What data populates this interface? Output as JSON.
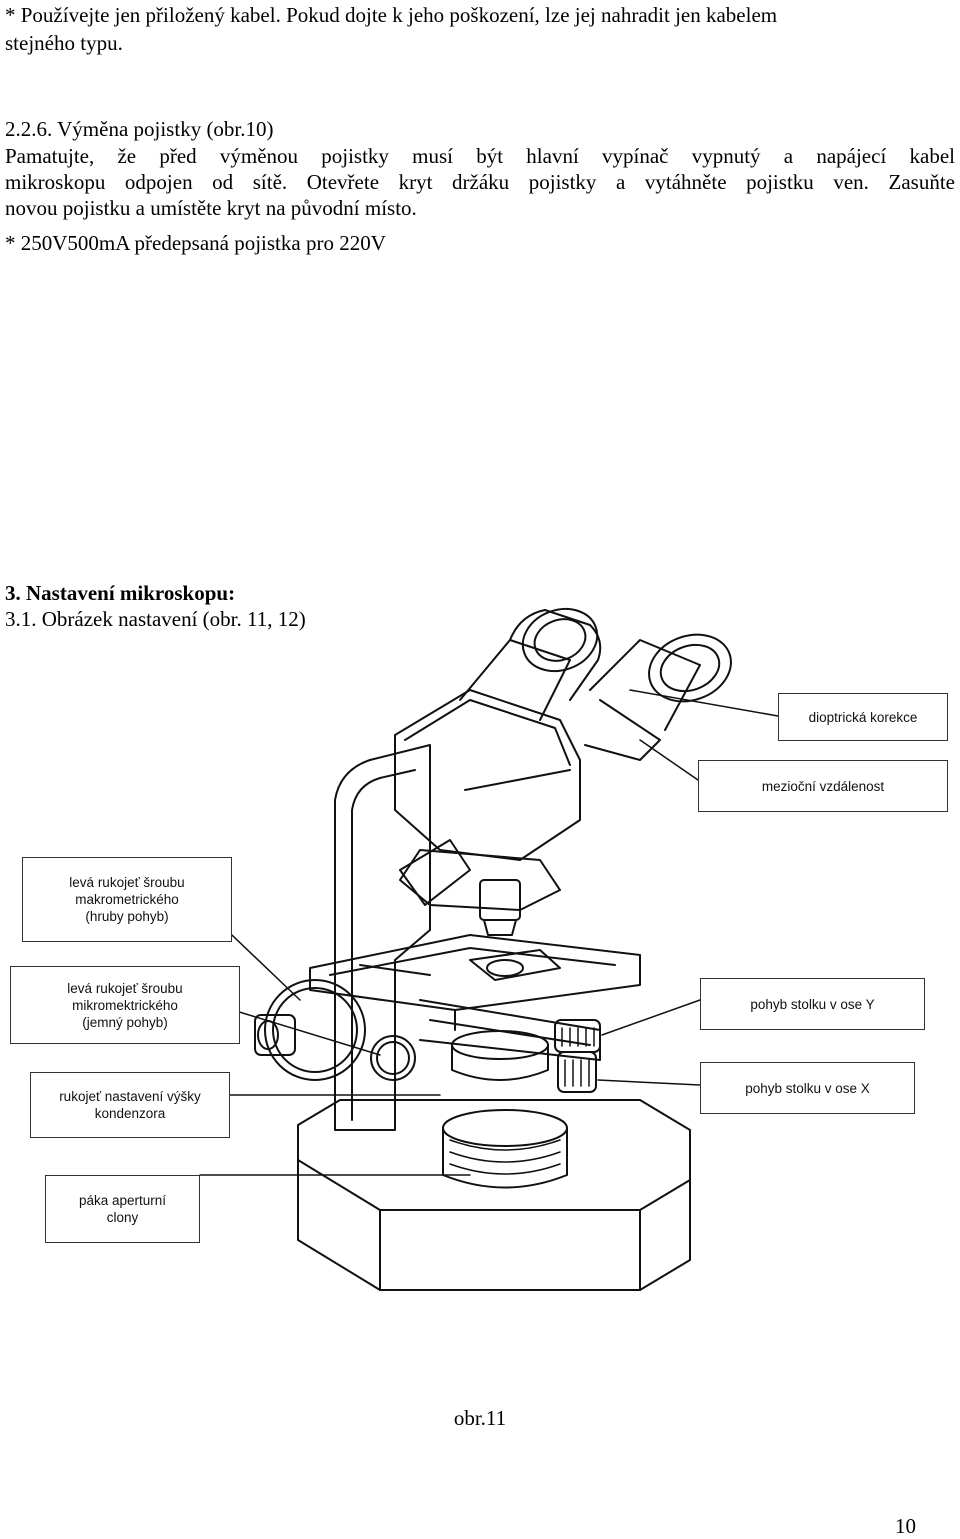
{
  "intro": {
    "line1": "* Používejte jen přiložený kabel. Pokud dojte k jeho poškození, lze jej nahradit jen kabelem",
    "line2": "stejného typu."
  },
  "fuse_section": {
    "heading": "2.2.6. Výměna pojistky (obr.10)",
    "p_line1": "Pamatujte, že před výměnou pojistky musí být hlavní vypínač vypnutý a napájecí kabel",
    "p_line2": "mikroskopu odpojen od sítě. Otevřete kryt držáku pojistky a vytáhněte pojistku ven. Zasuňte",
    "p_line3": "novou pojistku a umístěte kryt na původní místo.",
    "note": "* 250V500mA předepsaná pojistka pro 220V"
  },
  "setup_section": {
    "heading": "3. Nastavení  mikroskopu:",
    "subheading": "3.1. Obrázek nastavení  (obr. 11, 12)"
  },
  "labels": {
    "dioptric": "dioptrická korekce",
    "interpupillary": "mezioční vzdálenost",
    "coarse": "levá rukojeť šroubu\nmakrometrického\n(hruby pohyb)",
    "fine": "levá rukojeť šroubu\nmikromektrického\n(jemný pohyb)",
    "condenser": "rukojeť nastavení výšky\nkondenzora",
    "aperture": "páka aperturní\nclony",
    "stage_y": "pohyb stolku v ose Y",
    "stage_x": "pohyb stolku v ose X"
  },
  "figure_caption": "obr.11",
  "page_number": "10"
}
